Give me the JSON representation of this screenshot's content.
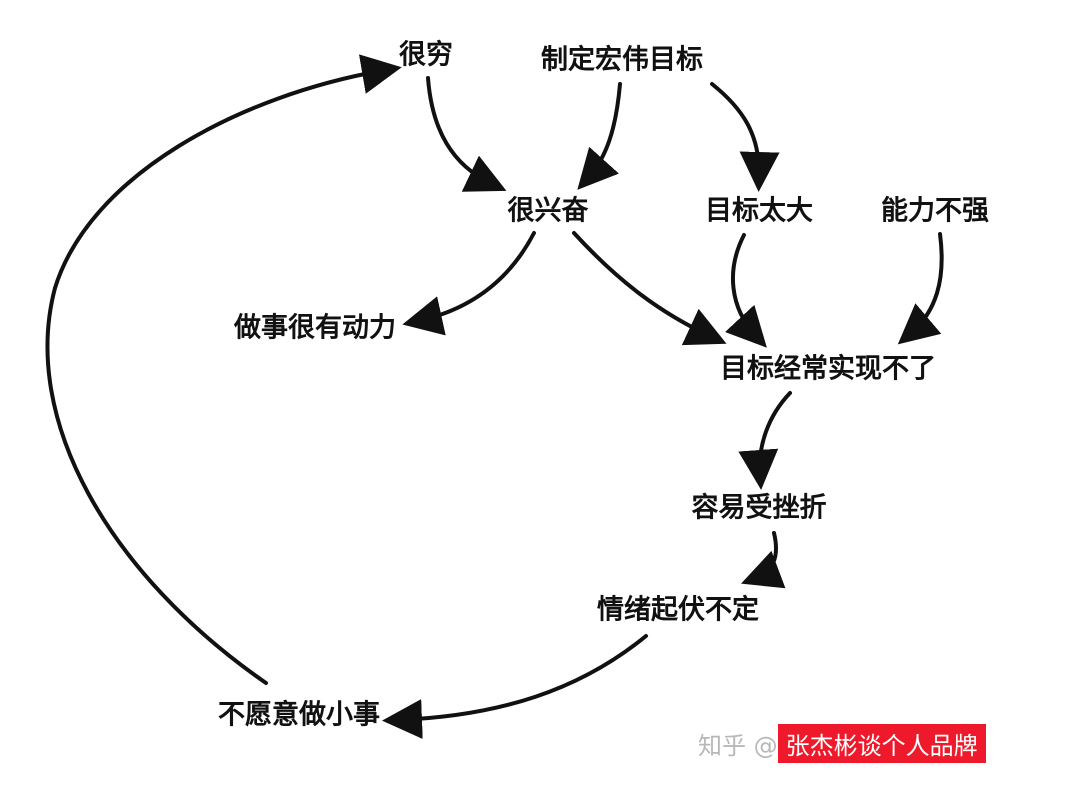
{
  "diagram": {
    "nodes": {
      "hen_qiong": "很穷",
      "zhiding_mubiao": "制定宏伟目标",
      "hen_xingfen": "很兴奋",
      "mubiao_tai_da": "目标太大",
      "nengli_bu_qiang": "能力不强",
      "zuoshi_dongli": "做事很有动力",
      "mubiao_shixian_buliao": "目标经常实现不了",
      "rongyi_cuozhe": "容易受挫折",
      "qingxu_qifu": "情绪起伏不定",
      "bu_yuanyi_zuo_xiaoshi": "不愿意做小事"
    },
    "edges": [
      {
        "from": "hen_qiong",
        "to": "hen_xingfen"
      },
      {
        "from": "zhiding_mubiao",
        "to": "hen_xingfen"
      },
      {
        "from": "zhiding_mubiao",
        "to": "mubiao_tai_da"
      },
      {
        "from": "hen_xingfen",
        "to": "zuoshi_dongli"
      },
      {
        "from": "hen_xingfen",
        "to": "mubiao_shixian_buliao"
      },
      {
        "from": "mubiao_tai_da",
        "to": "mubiao_shixian_buliao"
      },
      {
        "from": "nengli_bu_qiang",
        "to": "mubiao_shixian_buliao"
      },
      {
        "from": "mubiao_shixian_buliao",
        "to": "rongyi_cuozhe"
      },
      {
        "from": "rongyi_cuozhe",
        "to": "qingxu_qifu"
      },
      {
        "from": "qingxu_qifu",
        "to": "bu_yuanyi_zuo_xiaoshi"
      },
      {
        "from": "bu_yuanyi_zuo_xiaoshi",
        "to": "hen_qiong"
      }
    ]
  },
  "watermark": {
    "prefix": "知乎 @",
    "handle": "张杰彬谈个人品牌"
  },
  "colors": {
    "text": "#111111",
    "arrow": "#111111",
    "watermark_bg": "#ee1a2b",
    "watermark_prefix": "#b8b8b8"
  }
}
